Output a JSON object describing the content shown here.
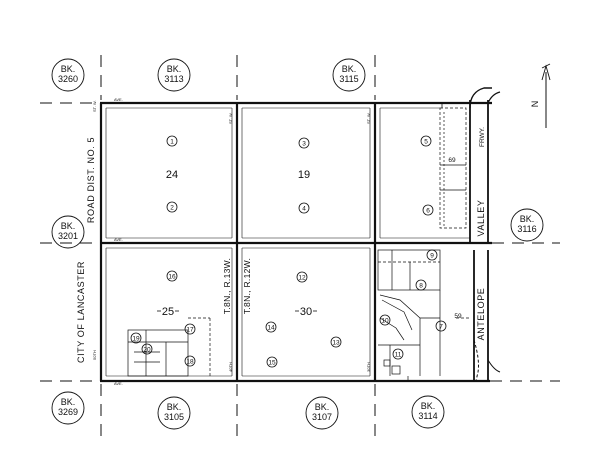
{
  "neighbor_books": [
    {
      "id": "bk-3260",
      "prefix": "BK.",
      "number": "3260"
    },
    {
      "id": "bk-3113",
      "prefix": "BK.",
      "number": "3113"
    },
    {
      "id": "bk-3115",
      "prefix": "BK.",
      "number": "3115"
    },
    {
      "id": "bk-3201",
      "prefix": "BK.",
      "number": "3201"
    },
    {
      "id": "bk-3116",
      "prefix": "BK.",
      "number": "3116"
    },
    {
      "id": "bk-3269",
      "prefix": "BK.",
      "number": "3269"
    },
    {
      "id": "bk-3105",
      "prefix": "BK.",
      "number": "3105"
    },
    {
      "id": "bk-3107",
      "prefix": "BK.",
      "number": "3107"
    },
    {
      "id": "bk-3114",
      "prefix": "BK.",
      "number": "3114"
    }
  ],
  "section_numbers": {
    "nw": "24",
    "nc": "19",
    "sw": "25",
    "sc": "30"
  },
  "parcels": {
    "p1": "1",
    "p2": "2",
    "p3": "3",
    "p4": "4",
    "p5": "5",
    "p6": "6",
    "p7": "7",
    "p8": "8",
    "p9": "9",
    "p10": "10",
    "p11": "11",
    "p12": "12",
    "p13": "13",
    "p14": "14",
    "p15": "15",
    "p16": "16",
    "p17": "17",
    "p18": "18",
    "p19": "19",
    "p20": "20"
  },
  "labels": {
    "city": "CITY OF LANCASTER",
    "road_dist": "ROAD DIST. NO. 5",
    "twp_left": "T.8N., R.13W.",
    "twp_right": "T.8N., R.12W.",
    "valley": "VALLEY",
    "antelope": "ANTELOPE",
    "frwy": "FRWY.",
    "north": "N",
    "m69": "69",
    "m59": "59"
  },
  "street_tiny": {
    "ave": "AVE.",
    "st_w": "ST. W.",
    "st_w2": "ST. W.",
    "st_w3": "ST. W.",
    "th40": "40TH",
    "th30": "30TH",
    "th50": "50TH"
  }
}
